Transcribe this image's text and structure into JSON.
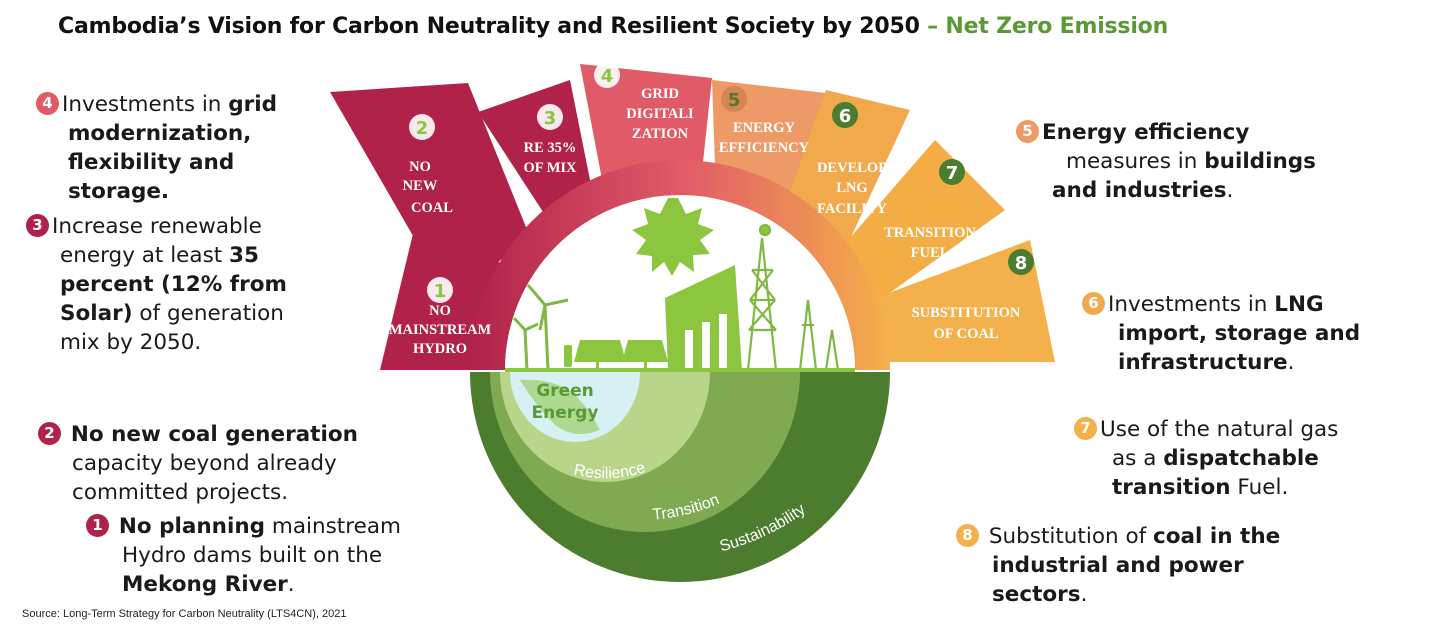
{
  "title": {
    "main": "Cambodia’s Vision for Carbon Neutrality and Resilient Society by 2050",
    "accent": " – Net Zero Emission"
  },
  "colors": {
    "c1": "#b0224a",
    "c2": "#b0224a",
    "c3": "#b0224a",
    "c4": "#e05a67",
    "c5": "#ee9a66",
    "c6": "#f2a94c",
    "c7": "#f4ad45",
    "c8": "#f4b04a",
    "green_dark": "#4c7d2e",
    "green_mid": "#7faa52",
    "green_light": "#b9d58a",
    "accent": "#5a9a35"
  },
  "segments": [
    {
      "num": "1",
      "lines": [
        "NO",
        "MAINSTREAM",
        "HYDRO"
      ]
    },
    {
      "num": "2",
      "lines": [
        "NO",
        "NEW",
        "COAL"
      ]
    },
    {
      "num": "3",
      "lines": [
        "RE 35%",
        "OF MIX"
      ]
    },
    {
      "num": "4",
      "lines": [
        "GRID",
        "DIGITALI",
        "ZATION"
      ]
    },
    {
      "num": "5",
      "lines": [
        "ENERGY",
        "EFFICIENCY"
      ]
    },
    {
      "num": "6",
      "lines": [
        "DEVELOP",
        "LNG",
        "FACILITY"
      ]
    },
    {
      "num": "7",
      "lines": [
        "TRANSITION",
        "FUEL"
      ]
    },
    {
      "num": "8",
      "lines": [
        "SUBSTITUTION",
        "OF COAL"
      ]
    }
  ],
  "center": {
    "label_line1": "Green",
    "label_line2": "Energy",
    "ring1": "Resilience",
    "ring2": "Transition",
    "ring3": "Sustainability"
  },
  "notes": {
    "n4": {
      "num": "4",
      "pre": "Investments in ",
      "bold1": "grid",
      "bold2": "modernization,",
      "bold3": "flexibility and",
      "bold4": "storage."
    },
    "n3": {
      "num": "3",
      "l1": "Increase renewable",
      "l2a": "energy at least ",
      "l2b": "35",
      "l3": "percent (12% from",
      "l4a": "Solar)",
      "l4b": " of generation",
      "l5": "mix by 2050."
    },
    "n2": {
      "num": "2",
      "bold": "No new coal generation",
      "l2": "capacity beyond already",
      "l3": "committed projects."
    },
    "n1": {
      "num": "1",
      "bold": "No planning",
      "rest": " mainstream",
      "l2": "Hydro dams built on the",
      "l3b": "Mekong River",
      "l3e": "."
    },
    "n5": {
      "num": "5",
      "bold": "Energy efficiency",
      "l2a": "measures in ",
      "l2b": "buildings",
      "l3b": "and industries",
      "l3e": "."
    },
    "n6": {
      "num": "6",
      "pre": "Investments in ",
      "bold1": "LNG",
      "l2": "import, storage and",
      "l3b": "infrastructure",
      "l3e": "."
    },
    "n7": {
      "num": "7",
      "l1": "Use of the natural gas",
      "l2a": "as a ",
      "l2b": "dispatchable",
      "l3b": "transition",
      "l3e": " Fuel."
    },
    "n8": {
      "num": "8",
      "pre": "Substitution of ",
      "bold1": "coal in the",
      "l2": "industrial and power",
      "l3b": "sectors",
      "l3e": "."
    }
  },
  "source": "Source: Long-Term Strategy for Carbon Neutrality (LTS4CN), 2021"
}
